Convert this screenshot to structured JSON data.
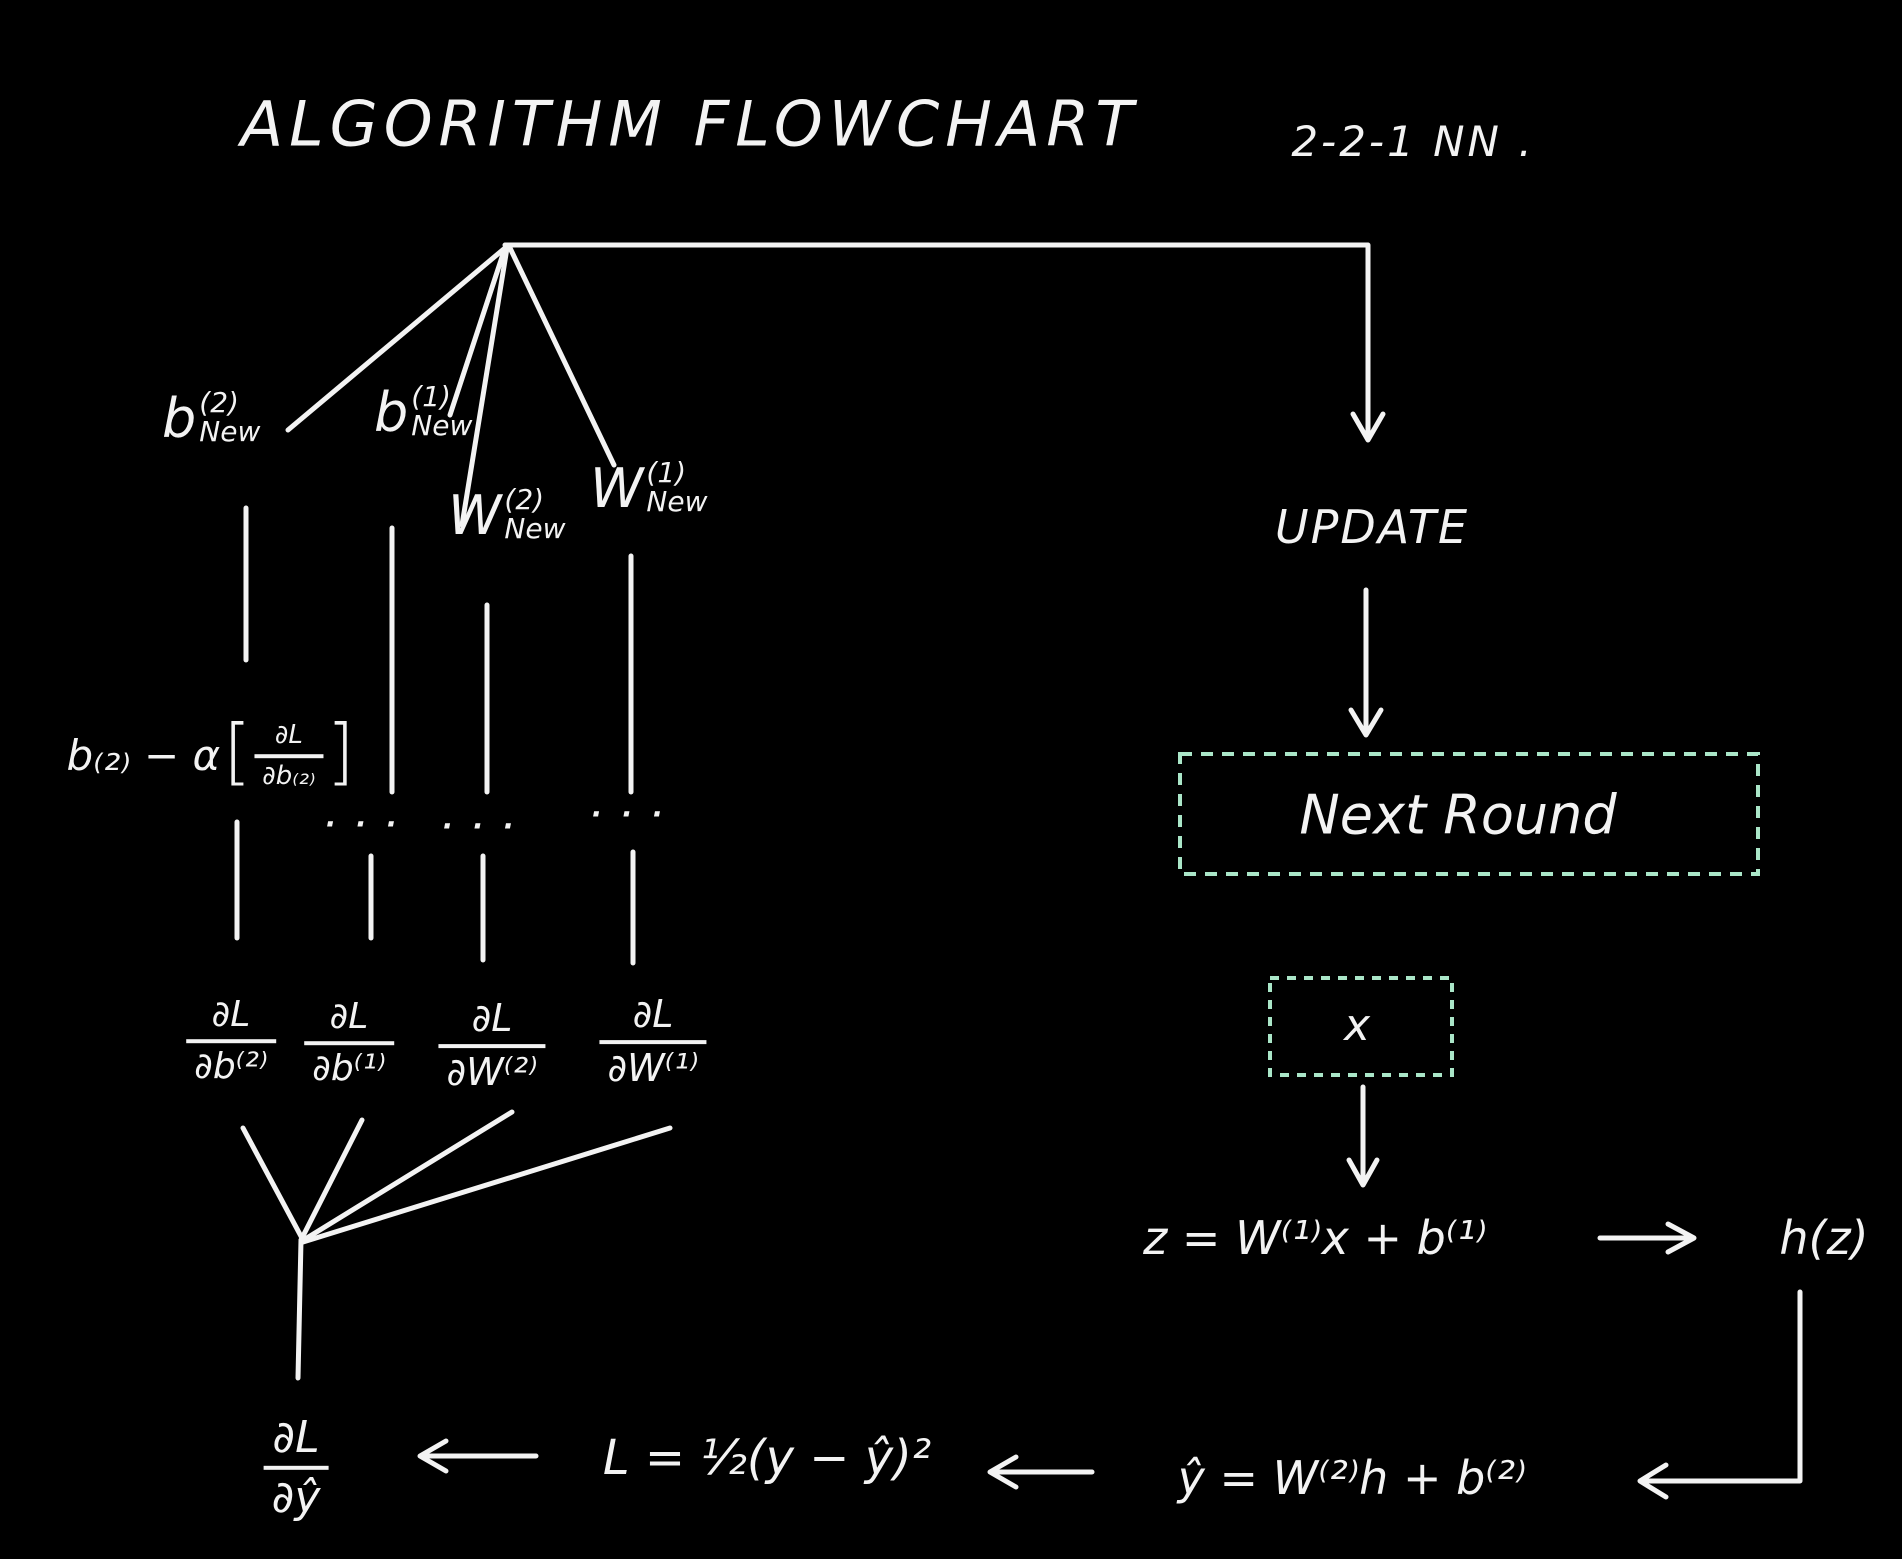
{
  "title": "ALGORITHM FLOWCHART",
  "subtitle": "2-2-1 NN .",
  "colors": {
    "background": "#000000",
    "ink": "#f3f3f3",
    "box_border": "#aae6c8"
  },
  "parameters": [
    {
      "base": "b",
      "sup": "(2)",
      "sub": "New"
    },
    {
      "base": "b",
      "sup": "(1)",
      "sub": "New"
    },
    {
      "base": "W",
      "sup": "(2)",
      "sub": "New"
    },
    {
      "base": "W",
      "sup": "(1)",
      "sub": "New"
    }
  ],
  "update_rule": {
    "lhs": "b₍₂₎ − α",
    "open_bracket": "[",
    "frac": {
      "num": "∂L",
      "den": "∂b₍₂₎"
    },
    "close_bracket": "]"
  },
  "ellipsis": "· · ·",
  "gradients": [
    {
      "num": "∂L",
      "den": "∂b⁽²⁾"
    },
    {
      "num": "∂L",
      "den": "∂b⁽¹⁾"
    },
    {
      "num": "∂L",
      "den": "∂W⁽²⁾"
    },
    {
      "num": "∂L",
      "den": "∂W⁽¹⁾"
    }
  ],
  "loss_gradient": {
    "num": "∂L",
    "den": "∂ŷ"
  },
  "equations": {
    "loss": "L = ½(y − ŷ)²",
    "output": "ŷ = W⁽²⁾h + b⁽²⁾",
    "hidden": "z = W⁽¹⁾x + b⁽¹⁾",
    "activation": "h(z)",
    "input": "x"
  },
  "nodes": {
    "update": "UPDATE",
    "next_round": "Next Round"
  }
}
